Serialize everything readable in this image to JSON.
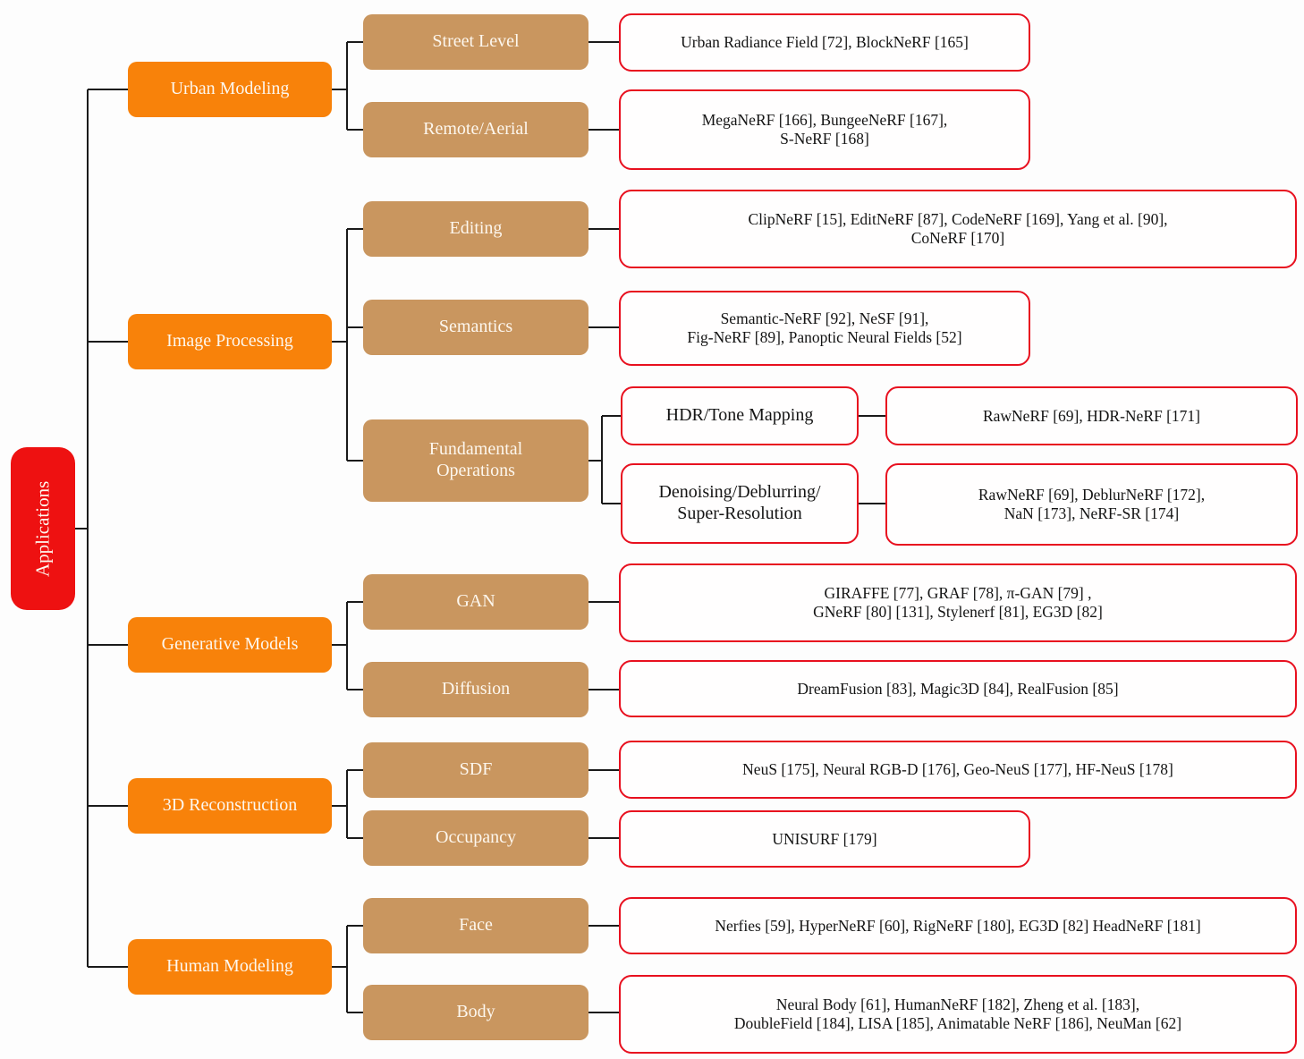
{
  "diagram": {
    "root": "Applications",
    "colors": {
      "rootRed": "#ee1111",
      "branchOrange": "#f8820a",
      "categoryTan": "#c9965f",
      "leafBorder": "#e8101f",
      "line": "#1a1a1a",
      "nodeText": "#fdf7ee",
      "leafText": "#141414"
    },
    "branches": [
      {
        "label": "Urban Modeling",
        "children": [
          {
            "label": "Street Level",
            "leaf": "Urban Radiance Field [72], BlockNeRF [165]"
          },
          {
            "label": "Remote/Aerial",
            "leaf": "MegaNeRF [166], BungeeNeRF [167],\nS-NeRF [168]"
          }
        ]
      },
      {
        "label": "Image Processing",
        "children": [
          {
            "label": "Editing",
            "leaf": "ClipNeRF [15], EditNeRF [87], CodeNeRF [169], Yang et al. [90],\nCoNeRF [170]"
          },
          {
            "label": "Semantics",
            "leaf": "Semantic-NeRF [92], NeSF [91],\nFig-NeRF [89], Panoptic Neural Fields [52]"
          },
          {
            "label": "Fundamental\nOperations",
            "subchildren": [
              {
                "label": "HDR/Tone Mapping",
                "leaf": "RawNeRF [69], HDR-NeRF [171]"
              },
              {
                "label": "Denoising/Deblurring/\nSuper-Resolution",
                "leaf": "RawNeRF [69], DeblurNeRF [172],\nNaN [173], NeRF-SR [174]"
              }
            ]
          }
        ]
      },
      {
        "label": "Generative Models",
        "children": [
          {
            "label": "GAN",
            "leaf": "GIRAFFE [77], GRAF [78], π-GAN [79] ,\nGNeRF [80] [131], Stylenerf [81], EG3D [82]"
          },
          {
            "label": "Diffusion",
            "leaf": "DreamFusion [83], Magic3D [84], RealFusion [85]"
          }
        ]
      },
      {
        "label": "3D Reconstruction",
        "children": [
          {
            "label": "SDF",
            "leaf": "NeuS [175], Neural RGB-D [176], Geo-NeuS [177], HF-NeuS [178]"
          },
          {
            "label": "Occupancy",
            "leaf": "UNISURF [179]"
          }
        ]
      },
      {
        "label": "Human Modeling",
        "children": [
          {
            "label": "Face",
            "leaf": "Nerfies [59], HyperNeRF [60], RigNeRF [180], EG3D [82] HeadNeRF [181]"
          },
          {
            "label": "Body",
            "leaf": "Neural Body [61], HumanNeRF [182], Zheng et al. [183],\nDoubleField [184], LISA [185], Animatable NeRF [186], NeuMan [62]"
          }
        ]
      }
    ]
  }
}
